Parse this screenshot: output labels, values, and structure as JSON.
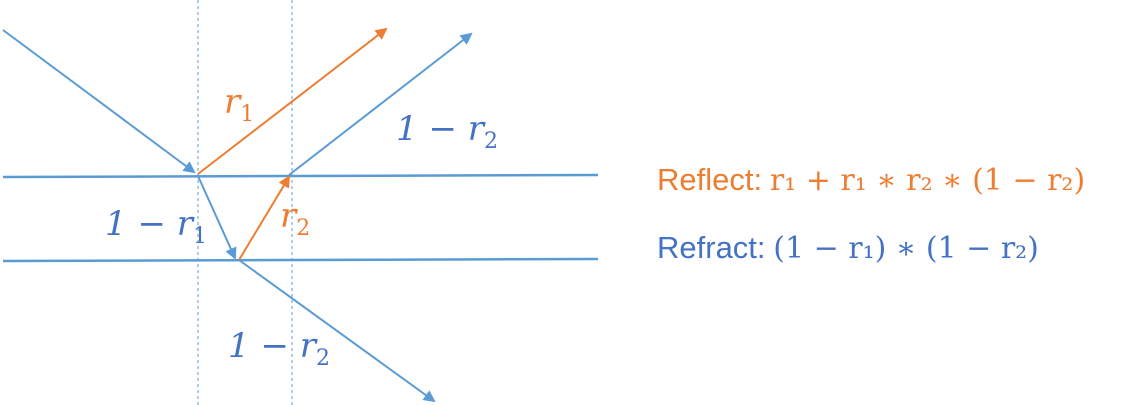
{
  "colors": {
    "blue": "#5B9BD5",
    "dark_blue": "#4472C4",
    "orange": "#ED7D31",
    "guide": "#5B9BD5"
  },
  "labels": {
    "r1": {
      "base": "r",
      "sub": "1"
    },
    "one_minus_r2_top": {
      "base": "1 − r",
      "sub": "2"
    },
    "one_minus_r1": {
      "base": "1 − r",
      "sub": "1"
    },
    "r2": {
      "base": "r",
      "sub": "2"
    },
    "one_minus_r2_bottom": {
      "base": "1 − r",
      "sub": "2"
    }
  },
  "formulas": {
    "reflect": {
      "word": "Reflect:",
      "expr": "r₁ +  r₁ ∗ r₂ ∗ (1 − r₂)"
    },
    "refract": {
      "word": "Refract:",
      "expr": "(1 − r₁) ∗ (1 − r₂)"
    }
  }
}
